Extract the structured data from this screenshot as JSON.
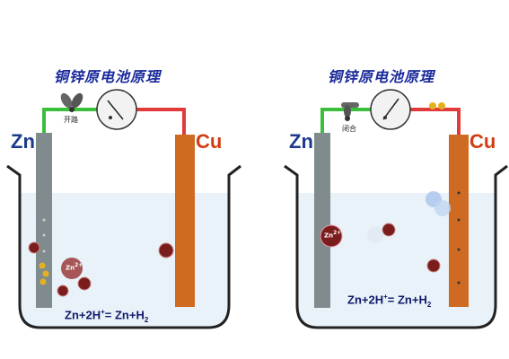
{
  "panels": [
    {
      "title": "铜锌原电池原理",
      "zn_label": "Zn",
      "cu_label": "Cu",
      "switch_label": "开路",
      "equation": {
        "lhs": "Zn+2H",
        "sup": "+",
        "rhs": "= Zn+H",
        "sub": "2"
      },
      "ion_label": "Zn",
      "ion_charge": "2+"
    },
    {
      "title": "铜锌原电池原理",
      "zn_label": "Zn",
      "cu_label": "Cu",
      "switch_label": "闭合",
      "equation": {
        "lhs": "Zn+2H",
        "sup": "+",
        "rhs": "= Zn+H",
        "sub": "2"
      },
      "ion_label": "Zn",
      "ion_charge": "2+"
    }
  ],
  "colors": {
    "title": "#1a2a9c",
    "zinc": "#7f8b8c",
    "copper": "#cf6a22",
    "wire_left": "#3bbf3b",
    "wire_right": "#e03a3a",
    "solution": "#e8f2f8",
    "beaker": "#222222",
    "ion": "#7a1d1d"
  },
  "icons": [
    "galvanometer-icon",
    "knife-switch-icon"
  ]
}
